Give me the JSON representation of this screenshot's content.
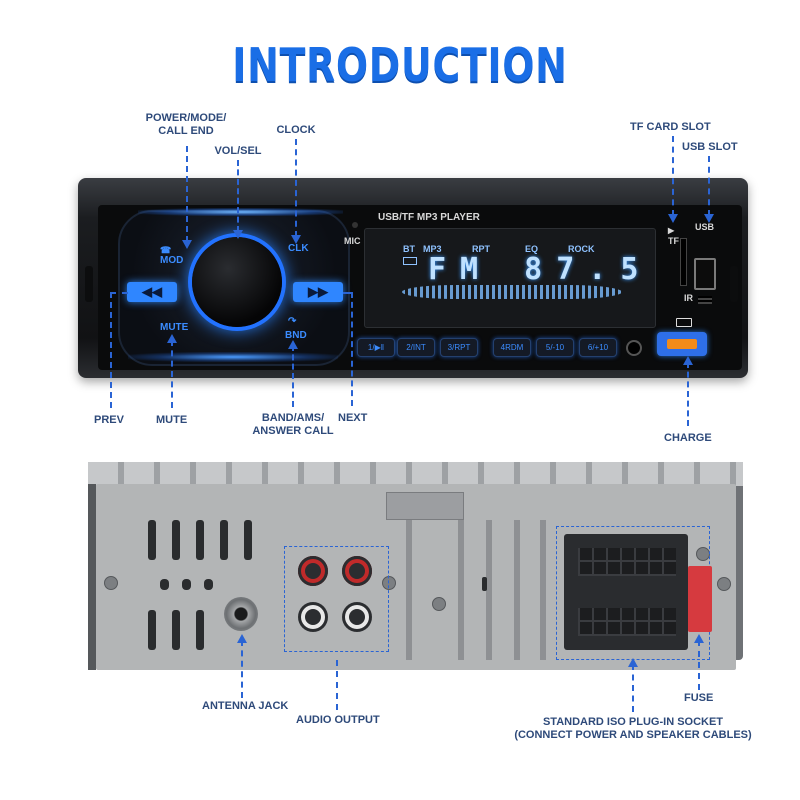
{
  "title": "INTRODUCTION",
  "labels": {
    "power_mode": "POWER/MODE/\nCALL END",
    "vol_sel": "VOL/SEL",
    "clock": "CLOCK",
    "tf_card_slot": "TF CARD SLOT",
    "usb_slot": "USB SLOT",
    "prev": "PREV",
    "mute": "MUTE",
    "band_ams": "BAND/AMS/\nANSWER CALL",
    "next": "NEXT",
    "charge": "CHARGE",
    "antenna_jack": "ANTENNA JACK",
    "audio_output": "AUDIO OUTPUT",
    "fuse": "FUSE",
    "iso_socket_line1": "STANDARD ISO PLUG-IN SOCKET",
    "iso_socket_line2": "(CONNECT POWER AND SPEAKER CABLES)"
  },
  "device": {
    "header": "USB/TF MP3 PLAYER",
    "mic": "MIC",
    "mod_key": "MOD",
    "clk_key": "CLK",
    "mute_key": "MUTE",
    "bnd_key": "BND",
    "prev_symbol": "◀◀",
    "next_symbol": "▶▶",
    "lcd_indicators": [
      "BT",
      "MP3",
      "RPT",
      "EQ",
      "ROCK"
    ],
    "lcd_display": "FM 87.5",
    "preset_buttons": [
      "1/▶‖",
      "2/INT",
      "3/RPT",
      "4RDM",
      "5/-10",
      "6/+10"
    ],
    "tf_label": "TF",
    "usb_label": "USB",
    "ir_label": "IR"
  }
}
